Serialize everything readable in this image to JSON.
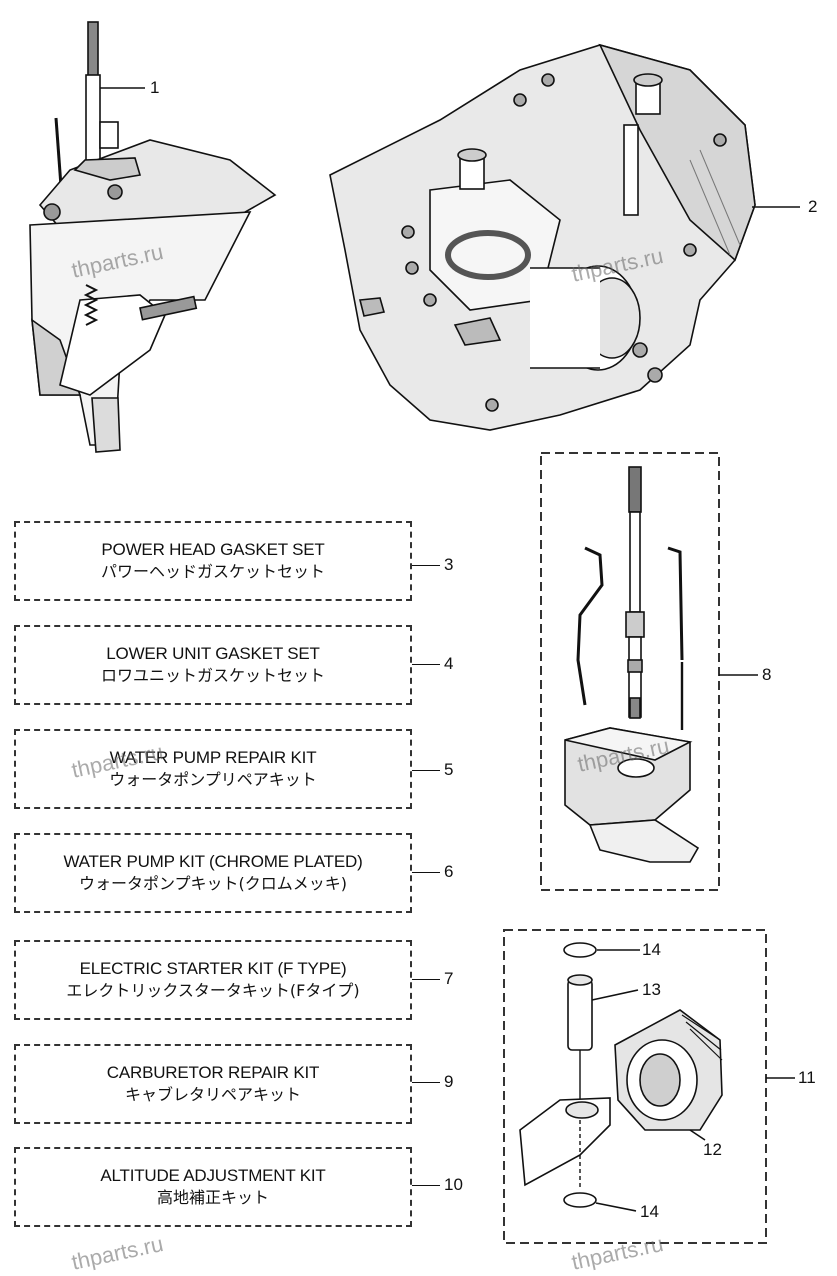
{
  "watermark": "thparts.ru",
  "colors": {
    "line": "#111111",
    "shade": "#b8b8b8",
    "watermark": "#666666"
  },
  "kits": [
    {
      "en": "POWER HEAD GASKET SET",
      "jp": "パワーヘッドガスケットセット",
      "ref": "3"
    },
    {
      "en": "LOWER UNIT GASKET SET",
      "jp": "ロワユニットガスケットセット",
      "ref": "4"
    },
    {
      "en": "WATER PUMP REPAIR KIT",
      "jp": "ウォータポンプリペアキット",
      "ref": "5"
    },
    {
      "en": "WATER PUMP KIT (CHROME PLATED)",
      "jp": "ウォータポンプキット(クロムメッキ)",
      "ref": "6"
    },
    {
      "en": "ELECTRIC STARTER KIT (F TYPE)",
      "jp": "エレクトリックスタータキット(Fタイプ)",
      "ref": "7"
    },
    {
      "en": "CARBURETOR REPAIR KIT",
      "jp": "キャブレタリペアキット",
      "ref": "9"
    },
    {
      "en": "ALTITUDE ADJUSTMENT KIT",
      "jp": "高地補正キット",
      "ref": "10"
    }
  ],
  "callouts": {
    "lower_unit": "1",
    "power_head": "2",
    "water_pump_parts": "8",
    "piston_kit": "11",
    "piston": "12",
    "piston_pin": "13",
    "clip_top": "14",
    "clip_bottom": "14"
  }
}
